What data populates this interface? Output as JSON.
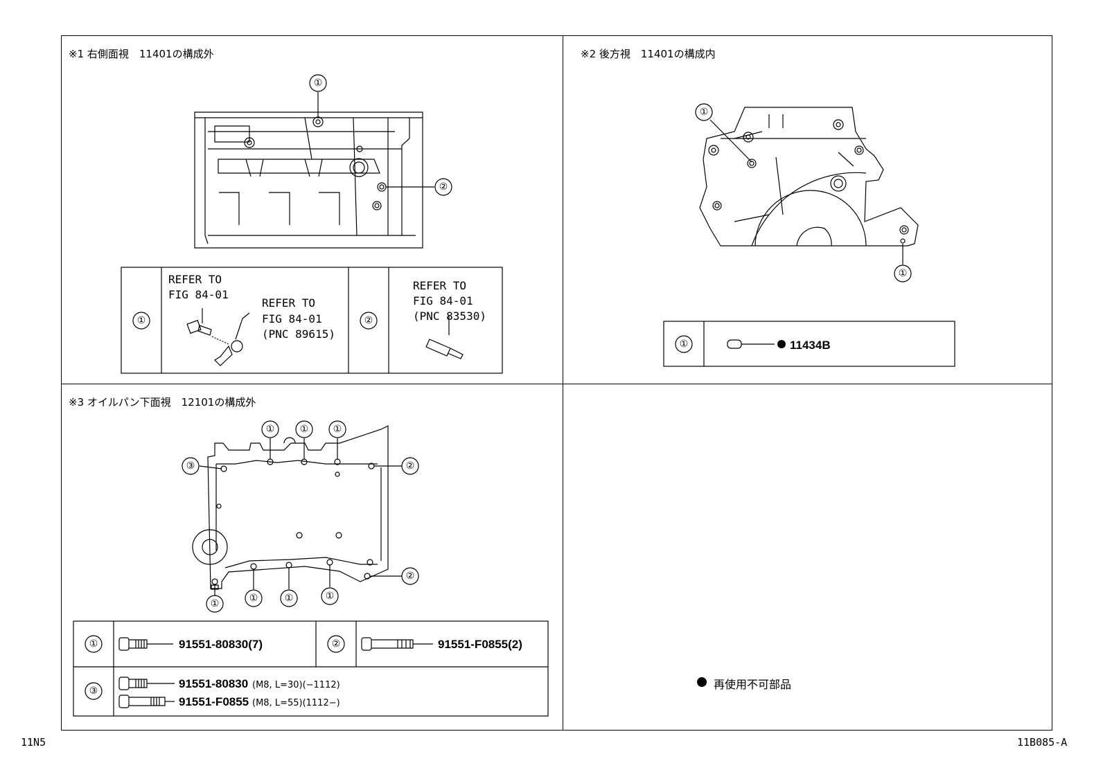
{
  "panels": {
    "p1": {
      "title": "※1 右側面視　11401の構成外"
    },
    "p2": {
      "title": "※2 後方視　11401の構成内"
    },
    "p3": {
      "title": "※3 オイルパン下面視　12101の構成外"
    }
  },
  "callouts": [
    "①",
    "②",
    "③"
  ],
  "p1_table": {
    "row1_ref_a": [
      "REFER TO",
      "FIG 84-01"
    ],
    "row1_ref_b": [
      "REFER TO",
      "FIG 84-01",
      "(PNC 89615)"
    ],
    "row2_ref": [
      "REFER TO",
      "FIG 84-01",
      "(PNC 83530)"
    ]
  },
  "p2_table": {
    "part": "11434B"
  },
  "p3_table": {
    "r1": "91551-80830(7)",
    "r2": "91551-F0855(2)",
    "r3a_part": "91551-80830",
    "r3a_spec": "(M8, L=30)(−1112)",
    "r3b_part": "91551-F0855",
    "r3b_spec": "(M8, L=55)(1112−)"
  },
  "legend": {
    "text": "再使用不可部品"
  },
  "footer": {
    "left_code": "11N5",
    "right_code": "11B085-A"
  }
}
